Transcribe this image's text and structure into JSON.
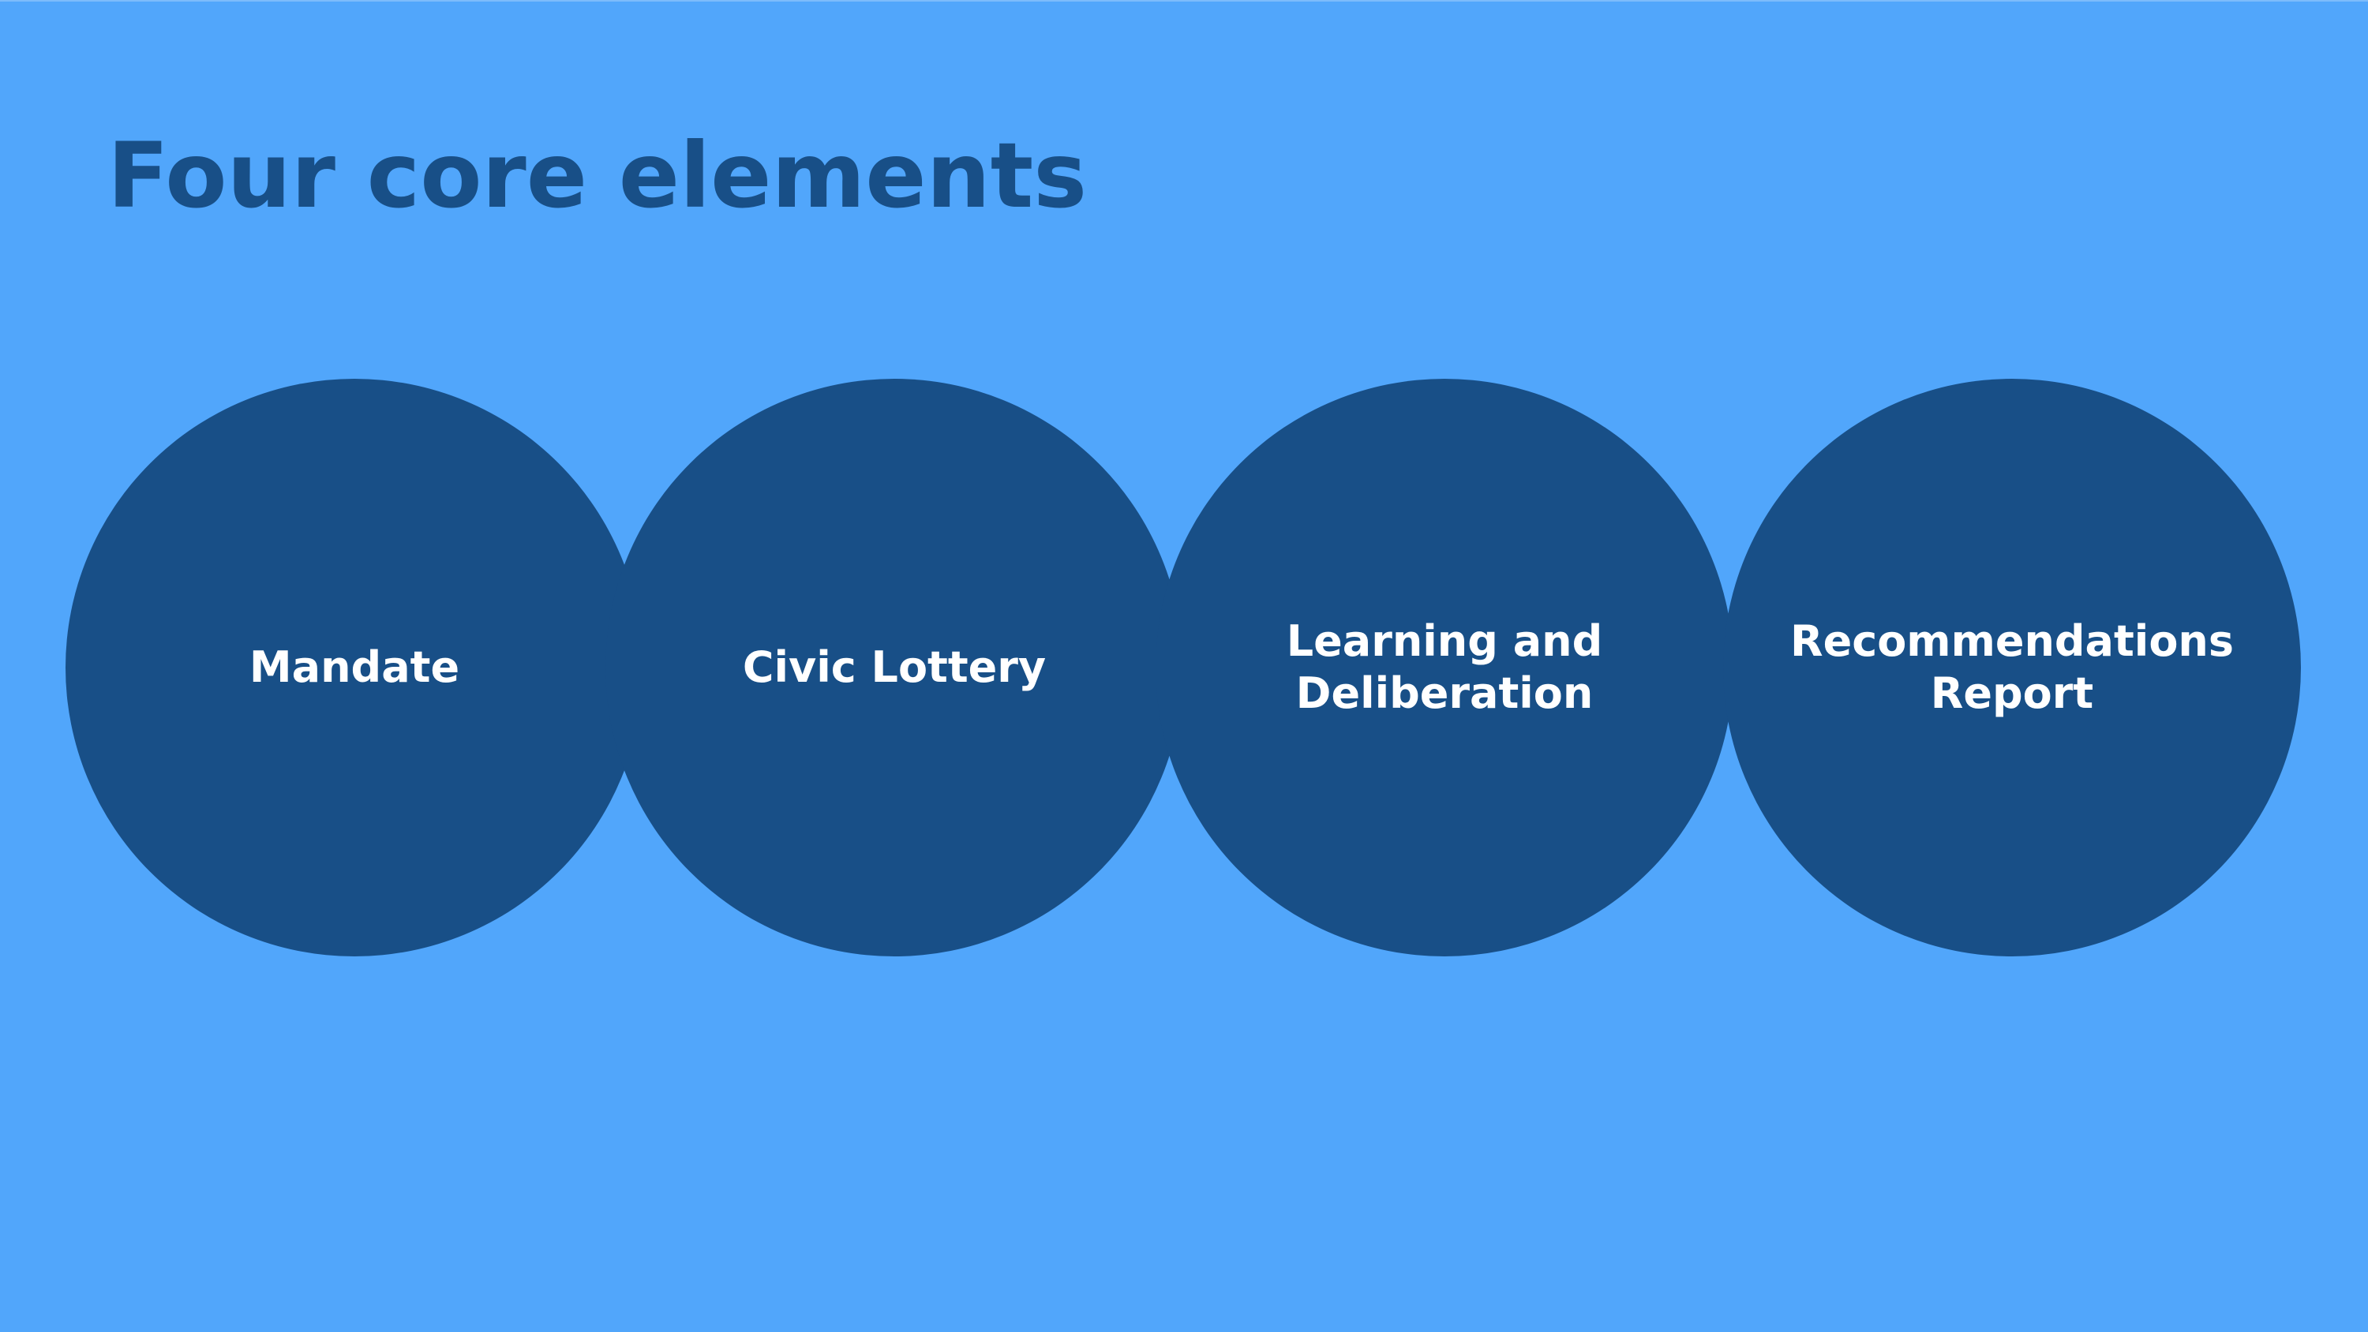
{
  "slide": {
    "title": "Four core elements",
    "background_color": "#51a6fb",
    "circle_color": "#184f87",
    "elements": [
      {
        "label": "Mandate"
      },
      {
        "label": "Civic Lottery"
      },
      {
        "label": "Learning and Deliberation"
      },
      {
        "label": "Recommendations Report"
      }
    ]
  }
}
